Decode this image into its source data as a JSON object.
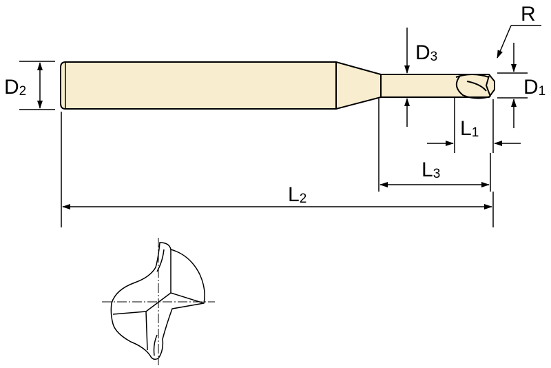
{
  "colors": {
    "shank_fill": "#F8EDCF",
    "line": "#000000"
  },
  "labels": {
    "D1": {
      "main": "D",
      "sub": "1"
    },
    "D2": {
      "main": "D",
      "sub": "2"
    },
    "D3": {
      "main": "D",
      "sub": "3"
    },
    "L1": {
      "main": "L",
      "sub": "1"
    },
    "L2": {
      "main": "L",
      "sub": "2"
    },
    "L3": {
      "main": "L",
      "sub": "3"
    },
    "R": "R"
  }
}
